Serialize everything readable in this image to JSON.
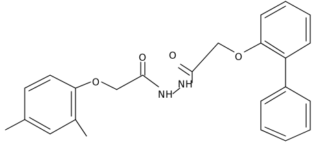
{
  "diagram": {
    "type": "chemical-structure",
    "atom_labels": {
      "o_carbonyl_left": "O",
      "o_ether_left": "O",
      "o_carbonyl_right": "O",
      "o_ether_right": "O",
      "nh_left": "N",
      "nh_left_h": "H",
      "nh_right": "N",
      "nh_right_h": "H"
    },
    "colors": {
      "bond": "#000000",
      "label": "#000000",
      "background": "#ffffff"
    }
  }
}
